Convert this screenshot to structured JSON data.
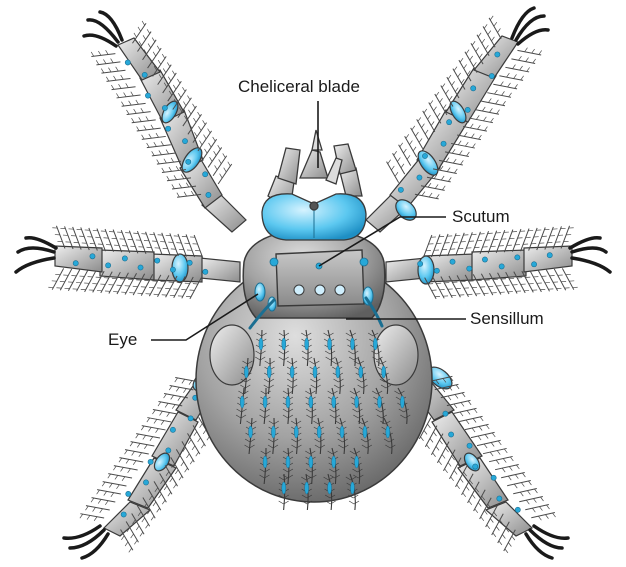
{
  "labels": {
    "cheliceral_blade": "Cheliceral blade",
    "scutum": "Scutum",
    "eye": "Eye",
    "sensillum": "Sensillum"
  },
  "colors": {
    "body_gray": "#9b9b9b",
    "body_light": "#cfcfcf",
    "body_dark": "#5e5e5e",
    "accent_blue": "#27a8d8",
    "light_blue": "#8fd6f3",
    "claw_black": "#1a1a1a",
    "outline": "#3a3a3a"
  }
}
